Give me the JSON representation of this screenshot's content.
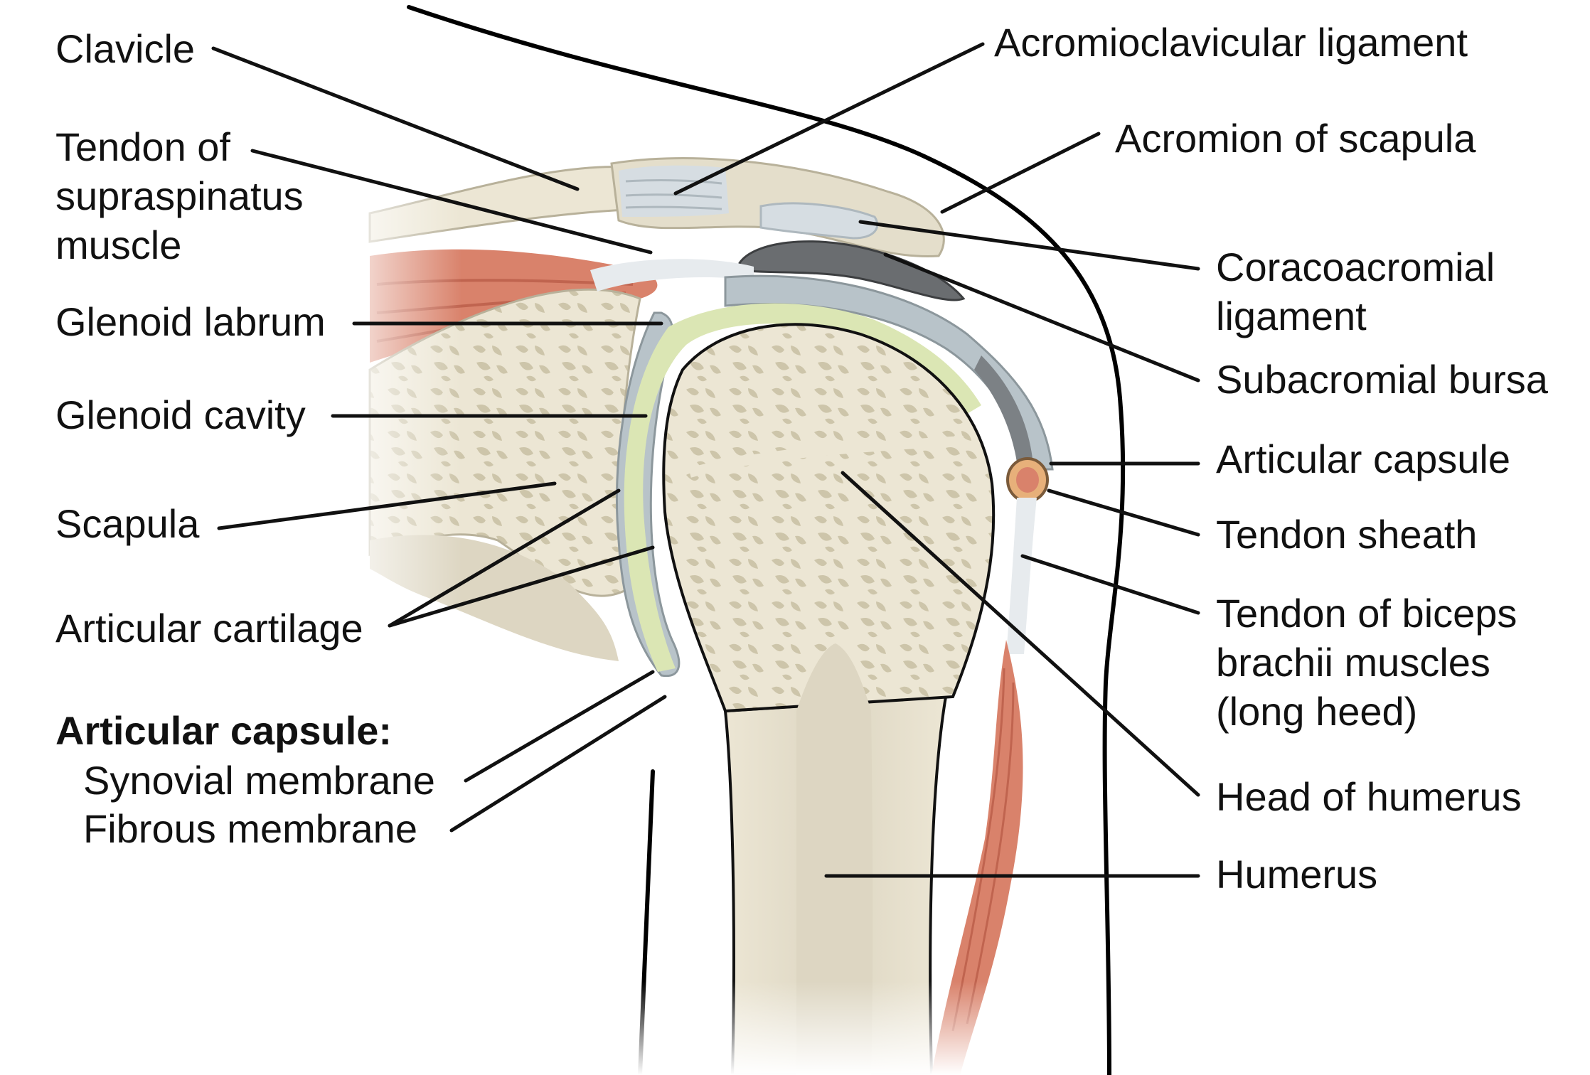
{
  "colors": {
    "bone": "#ece6d4",
    "bone_dark": "#d9d2bc",
    "spongy": "#c9c1a6",
    "cartilage": "#dbe6b4",
    "capsule": "#b8c3c9",
    "ligament": "#d6dde2",
    "bursa": "#6a6d70",
    "muscle": "#d9826b",
    "muscle_dark": "#c0644f",
    "outline": "#000000",
    "label_text": "#111111"
  },
  "labels": {
    "clavicle": "Clavicle",
    "tendon_supraspinatus": [
      "Tendon of",
      "supraspinatus",
      "muscle"
    ],
    "glenoid_labrum": "Glenoid labrum",
    "glenoid_cavity": "Glenoid cavity",
    "scapula": "Scapula",
    "articular_cartilage": "Articular cartilage",
    "articular_capsule_heading": "Articular capsule:",
    "synovial_membrane": "Synovial membrane",
    "fibrous_membrane": "Fibrous membrane",
    "acromioclavicular_ligament": "Acromioclavicular ligament",
    "acromion_of_scapula": "Acromion of scapula",
    "coracoacromial_ligament": [
      "Coracoacromial",
      "ligament"
    ],
    "subacromial_bursa": "Subacromial bursa",
    "articular_capsule": "Articular capsule",
    "tendon_sheath": "Tendon sheath",
    "tendon_biceps": [
      "Tendon of biceps",
      "brachii muscles",
      "(long heed)"
    ],
    "head_of_humerus": "Head of humerus",
    "humerus": "Humerus"
  }
}
